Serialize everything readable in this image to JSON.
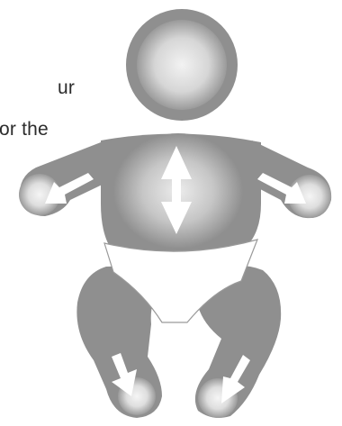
{
  "text_lines": [
    "ur",
    "or the"
  ],
  "colors": {
    "body": "#8f8f8f",
    "limb_glow_center": "#f5f5f5",
    "arrow": "#ffffff",
    "diaper_fill": "#ffffff",
    "diaper_stroke": "#9a9a9a",
    "text": "#2c2c2c"
  },
  "arrows": [
    {
      "name": "left-arm-arrow",
      "direction": "down-left"
    },
    {
      "name": "right-arm-arrow",
      "direction": "down-right"
    },
    {
      "name": "chest-arrow",
      "direction": "up-down"
    },
    {
      "name": "left-leg-arrow",
      "direction": "down"
    },
    {
      "name": "right-leg-arrow",
      "direction": "down-left"
    }
  ]
}
